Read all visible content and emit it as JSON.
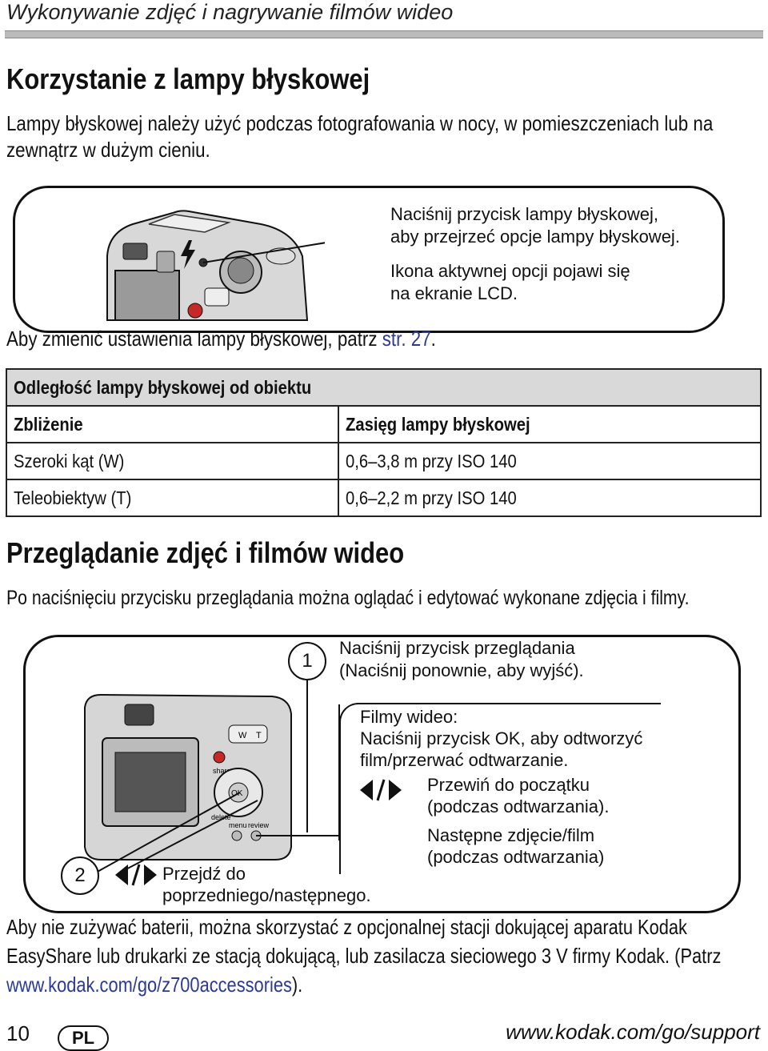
{
  "header": {
    "running_title": "Wykonywanie zdjęć i nagrywanie filmów wideo"
  },
  "flash_section": {
    "title": "Korzystanie z lampy błyskowej",
    "intro": "Lampy błyskowej należy użyć podczas fotografowania w nocy, w pomieszczeniach lub na zewnątrz w dużym cieniu.",
    "callout_press_line1": "Naciśnij przycisk lampy błyskowej,",
    "callout_press_line2": "aby przejrzeć opcje lampy błyskowej.",
    "callout_icon_line1": "Ikona aktywnej opcji pojawi się",
    "callout_icon_line2": "na ekranie LCD.",
    "note_text": "Aby zmienić ustawienia lampy błyskowej, patrz ",
    "note_link": "str. 27",
    "note_end": "."
  },
  "range_table": {
    "caption": "Odległość lampy błyskowej od obiektu",
    "col_zoom": "Zbliżenie",
    "col_range": "Zasięg lampy błyskowej",
    "rows": [
      {
        "zoom": "Szeroki kąt (W)",
        "range": "0,6–3,8 m przy ISO 140"
      },
      {
        "zoom": "Teleobiektyw (T)",
        "range": "0,6–2,2 m przy ISO 140"
      }
    ]
  },
  "review_section": {
    "title": "Przeglądanie zdjęć i filmów wideo",
    "intro": "Po naciśnięciu przycisku przeglądania można oglądać i edytować wykonane zdjęcia i filmy.",
    "step1_num": "1",
    "step1_line1": "Naciśnij przycisk przeglądania",
    "step1_line2": "(Naciśnij ponownie, aby wyjść).",
    "video_line1": "Filmy wideo:",
    "video_line2": "Naciśnij przycisk OK, aby odtworzyć",
    "video_line3": "film/przerwać odtwarzanie.",
    "rewind_line1": "Przewiń do początku",
    "rewind_line2": "(podczas odtwarzania).",
    "next_line1": "Następne zdjęcie/film",
    "next_line2": "(podczas odtwarzania)",
    "step2_num": "2",
    "step2_line1": "Przejdź do",
    "step2_line2": "poprzedniego/następnego.",
    "camera_labels": {
      "share": "share",
      "ok": "OK",
      "delete": "delete",
      "menu": "menu",
      "review": "review",
      "w": "W",
      "t": "T"
    }
  },
  "battery_note": {
    "text": "Aby nie zużywać baterii, można skorzystać z opcjonalnej stacji dokującej aparatu Kodak EasyShare lub drukarki ze stacją dokującą, lub zasilacza sieciowego 3 V firmy Kodak. (Patrz ",
    "link": "www.kodak.com/go/z700accessories",
    "end": ")."
  },
  "footer": {
    "page_number": "10",
    "language": "PL",
    "url": "www.kodak.com/go/support"
  },
  "icons": [
    "flash-icon",
    "left-right-arrows-icon"
  ]
}
